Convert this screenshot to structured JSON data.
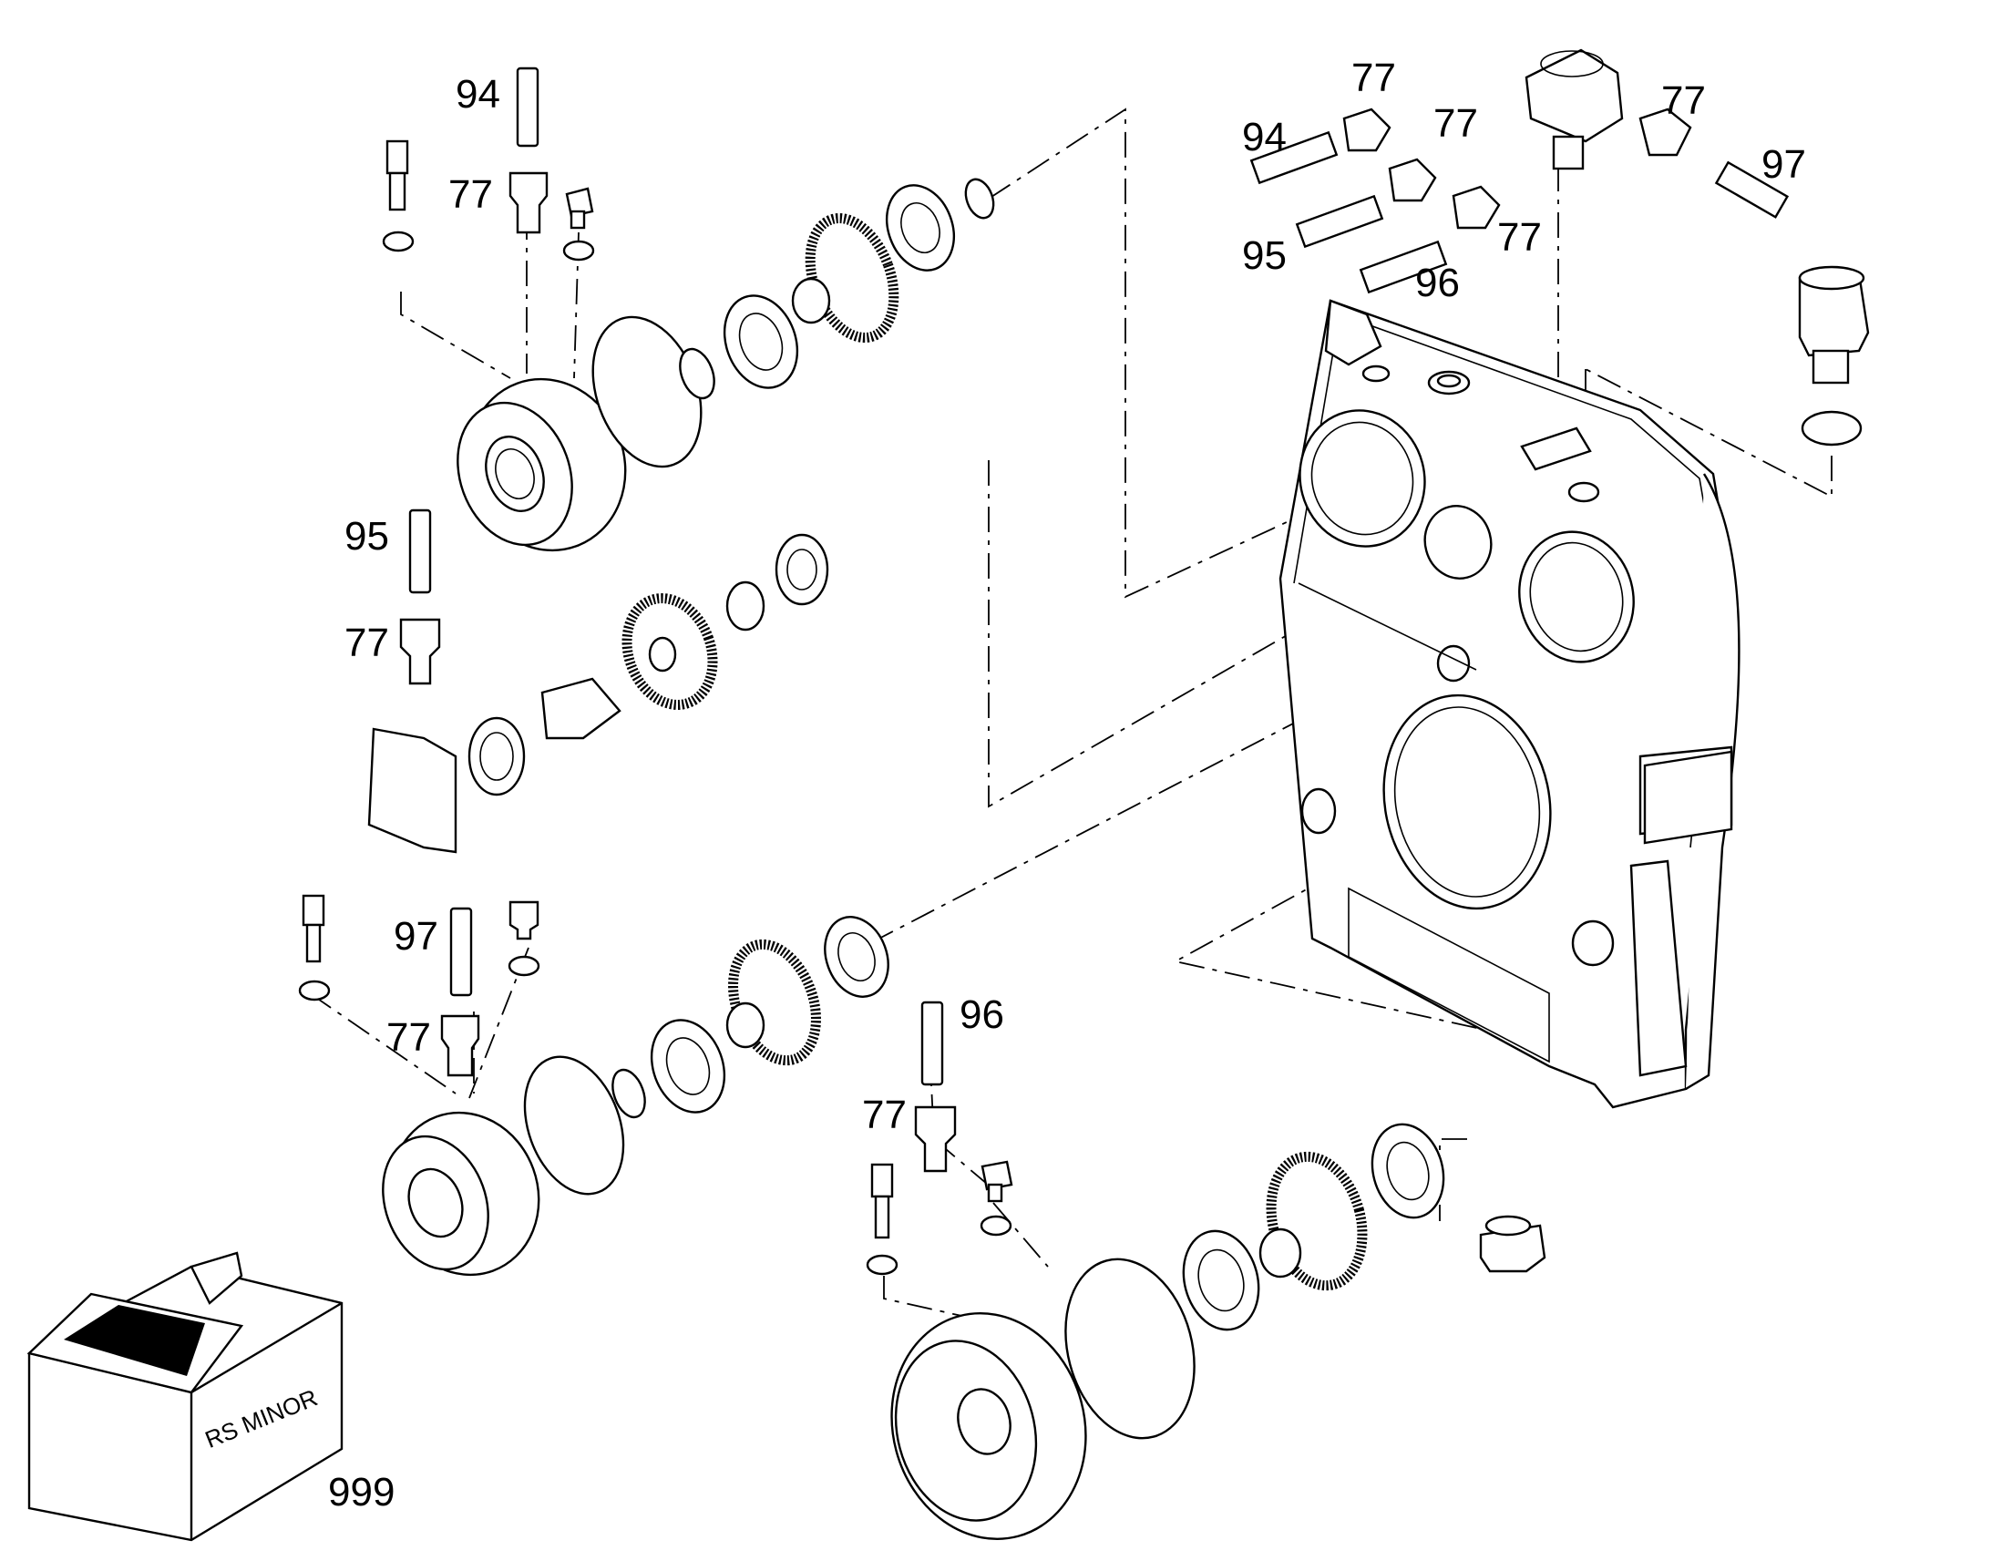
{
  "diagram": {
    "part_numbers": {
      "p94_top_left": "94",
      "p77_top_left": "77",
      "p95_left": "95",
      "p77_mid_left": "77",
      "p97_left": "97",
      "p77_low_left": "77",
      "p96_bottom": "96",
      "p77_bottom": "77",
      "p77_top_right_a": "77",
      "p77_top_right_b": "77",
      "p77_top_right_c": "77",
      "p77_top_right_d": "77",
      "p94_top_right": "94",
      "p95_top_right": "95",
      "p96_top_right": "96",
      "p97_top_right": "97",
      "p999_box": "999"
    },
    "box_label": "RS MINOR"
  }
}
